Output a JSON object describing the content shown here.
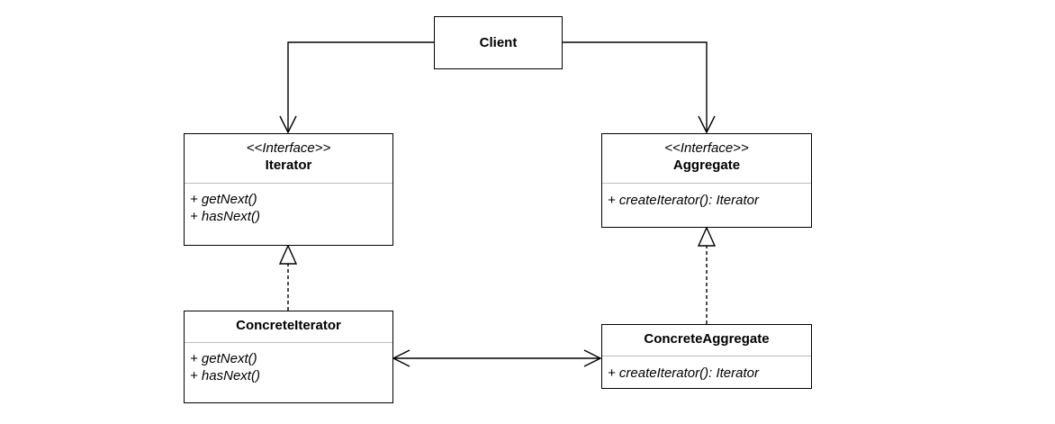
{
  "client": {
    "name": "Client"
  },
  "iterator": {
    "stereotype": "<<Interface>>",
    "name": "Iterator",
    "operations": [
      "+ getNext()",
      "+ hasNext()"
    ]
  },
  "aggregate": {
    "stereotype": "<<Interface>>",
    "name": "Aggregate",
    "operations": [
      "+ createIterator(): Iterator"
    ]
  },
  "concrete_iterator": {
    "name": "ConcreteIterator",
    "operations": [
      "+ getNext()",
      "+ hasNext()"
    ]
  },
  "concrete_aggregate": {
    "name": "ConcreteAggregate",
    "operations": [
      "+ createIterator(): Iterator"
    ]
  },
  "colors": {
    "line": "#000000",
    "divider": "#bdbdbd",
    "background": "#ffffff"
  }
}
